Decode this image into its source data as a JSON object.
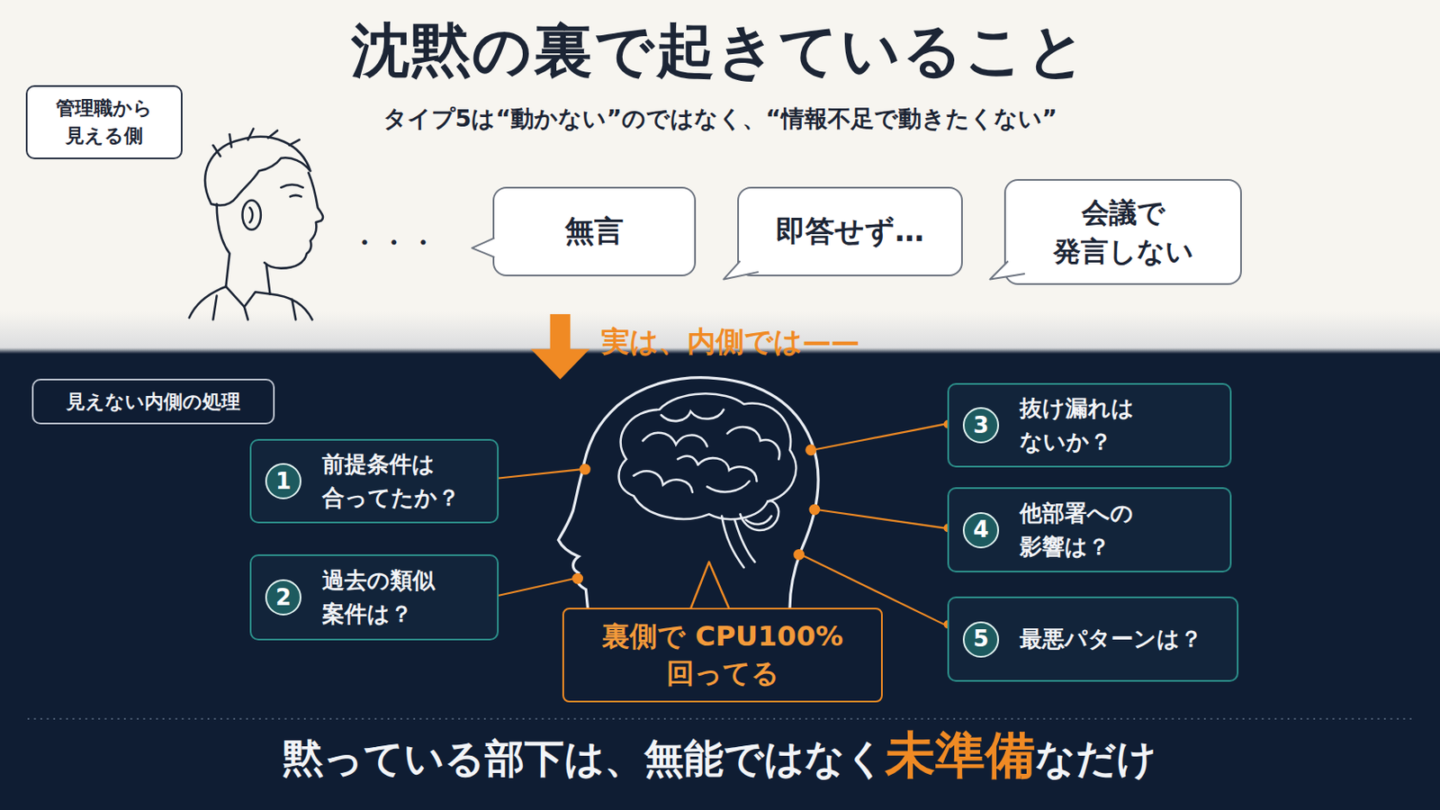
{
  "diagram": {
    "title": "沈黙の裏で起きていること",
    "nodes": [
      {
        "text": [
          "管理職から 見える側"
        ]
      },
      {
        "text": [
          "無言"
        ]
      },
      {
        "text": [
          "即答せず…"
        ]
      },
      {
        "text": [
          "会議で 発言しない"
        ]
      },
      {
        "text": [
          "見えない内側の処理"
        ]
      },
      {
        "text": [
          "前提条件は 合ってたか？"
        ]
      },
      {
        "text": [
          "1"
        ],
        "in": 5
      },
      {
        "text": [
          "過去の類似 案件は？"
        ]
      },
      {
        "text": [
          "2"
        ],
        "in": 7
      },
      {
        "text": [
          "抜け漏れは ないか？"
        ]
      },
      {
        "text": [
          "3"
        ],
        "in": 9
      },
      {
        "text": [
          "他部署への 影響は？"
        ]
      },
      {
        "text": [
          "4"
        ],
        "in": 11
      },
      {
        "text": [
          "最悪パターンは？"
        ]
      },
      {
        "text": [
          "5"
        ],
        "in": 13
      },
      {
        "text": [
          "裏側で CPU100%回ってる"
        ]
      }
    ],
    "labels": [
      "タイプ5は“動かない”のではなく、“情報不足で動きたくない”",
      "・・・",
      "実は、内側では——",
      "黙っている部下は、無能ではなく",
      "未準備",
      "なだけ"
    ]
  }
}
